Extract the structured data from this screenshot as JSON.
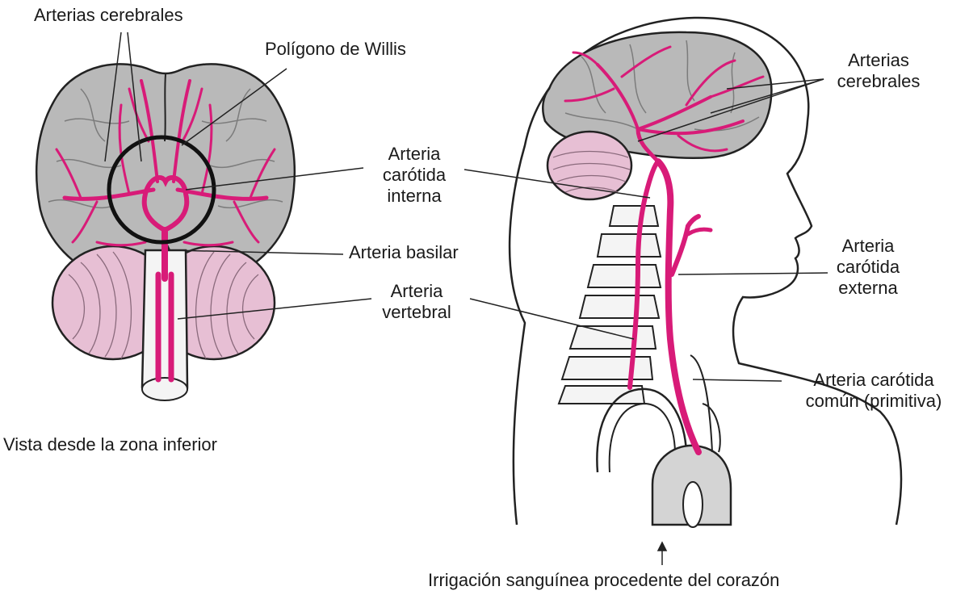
{
  "labels": {
    "left_cerebral": "Arterias cerebrales",
    "willis": "Polígono de Willis",
    "internal_carotid": [
      "Arteria",
      "carótida",
      "interna"
    ],
    "basilar": "Arteria basilar",
    "vertebral": [
      "Arteria",
      "vertebral"
    ],
    "right_cerebral": [
      "Arterias",
      "cerebrales"
    ],
    "external_carotid": [
      "Arteria",
      "carótida",
      "externa"
    ],
    "common_carotid": [
      "Arteria carótida",
      "común (primitiva)"
    ],
    "view_caption": "Vista desde la zona inferior",
    "blood_supply": "Irrigación sanguínea procedente del corazón"
  },
  "colors": {
    "artery": "#d81b78",
    "brain": "#b9b9b9",
    "cerebellum": "#e7bfd4",
    "outline": "#222222",
    "bone": "#f4f4f4"
  }
}
